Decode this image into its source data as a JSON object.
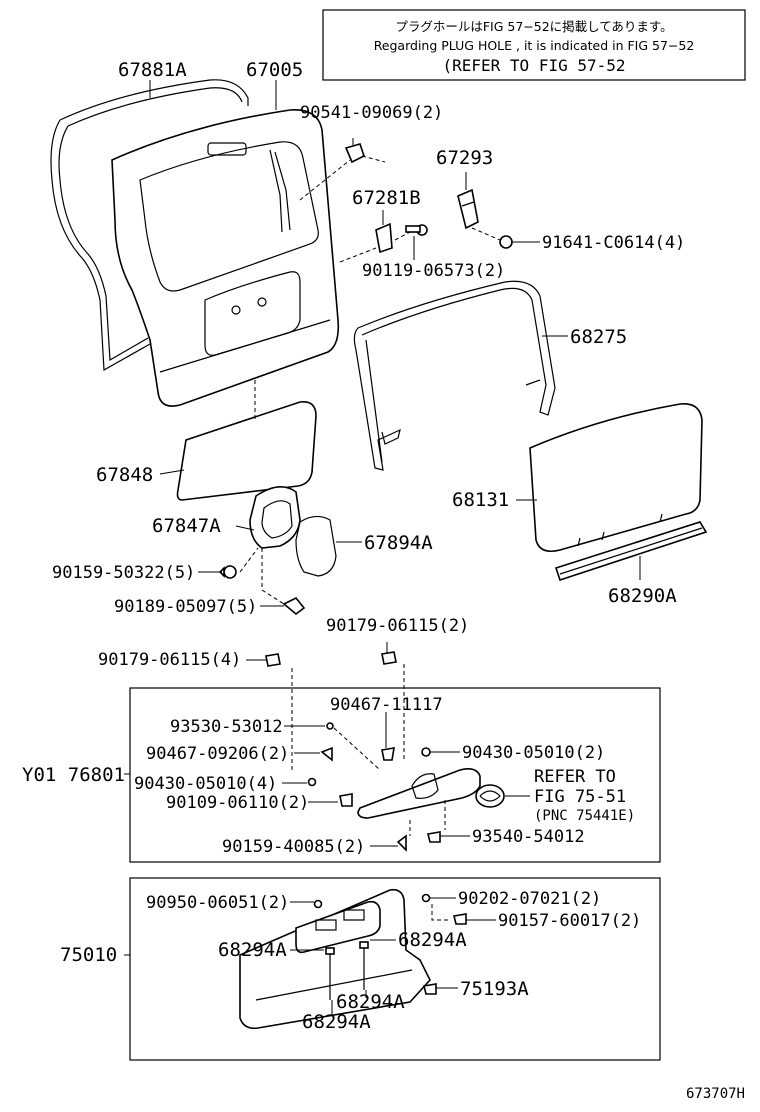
{
  "note": {
    "japanese": "プラグホールはFIG 57−52に掲載してあります。",
    "english": "Regarding PLUG HOLE , it is indicated in FIG 57−52",
    "refer": "(REFER TO FIG 57-52"
  },
  "parts": {
    "p67881A": "67881A",
    "p67005": "67005",
    "p90541": "90541-09069(2)",
    "p67293": "67293",
    "p67281B": "67281B",
    "p91641": "91641-C0614(4)",
    "p90119": "90119-06573(2)",
    "p68275": "68275",
    "p67848": "67848",
    "p68131": "68131",
    "p67847A": "67847A",
    "p67894A": "67894A",
    "p90159_50322": "90159-50322(5)",
    "p90189": "90189-05097(5)",
    "p68290A": "68290A",
    "p90179_right": "90179-06115(2)",
    "p90179_left": "90179-06115(4)",
    "p90467_11117": "90467-11117",
    "p93530": "93530-53012",
    "p90467_09206": "90467-09206(2)",
    "p90430_right": "90430-05010(2)",
    "p90430_left": "90430-05010(4)",
    "p90109": "90109-06110(2)",
    "p90159_40085": "90159-40085(2)",
    "p93540": "93540-54012",
    "refer_line1": "REFER TO",
    "refer_line2": "FIG 75-51",
    "refer_line3": "(PNC 75441E)",
    "assy_76801": "Y01 76801",
    "p90950": "90950-06051(2)",
    "p90202": "90202-07021(2)",
    "p90157": "90157-60017(2)",
    "assy_75010": "75010",
    "p68294A_1": "68294A",
    "p68294A_2": "68294A",
    "p68294A_3": "68294A",
    "p68294A_4": "68294A",
    "p75193A": "75193A"
  },
  "figure_code": "673707H"
}
